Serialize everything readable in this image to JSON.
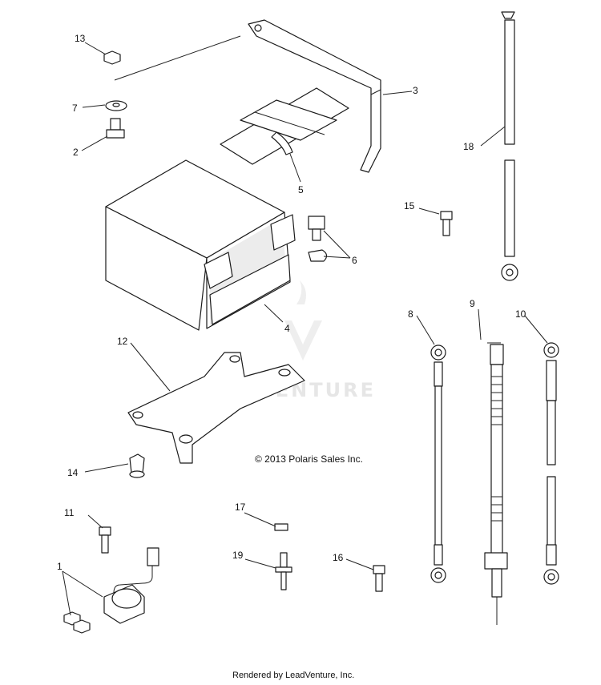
{
  "callouts": [
    "1",
    "2",
    "3",
    "4",
    "5",
    "6",
    "7",
    "8",
    "9",
    "10",
    "11",
    "12",
    "13",
    "14",
    "15",
    "16",
    "17",
    "18",
    "19"
  ],
  "copyright": "© 2013 Polaris Sales Inc.",
  "footer": "Rendered by LeadVenture, Inc.",
  "watermark": "LEADVENTURE",
  "colors": {
    "ink": "#1a1a1a",
    "watermark": "#e6e6e6",
    "background": "#ffffff"
  }
}
